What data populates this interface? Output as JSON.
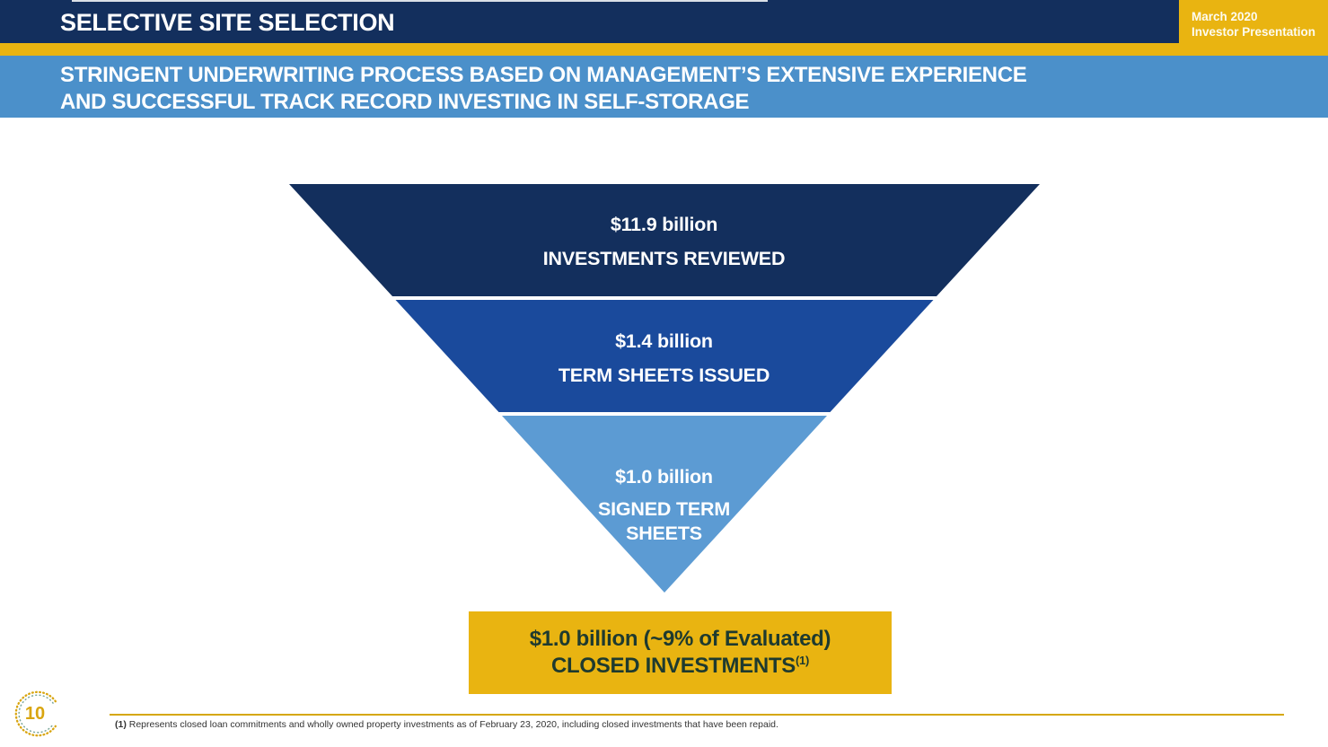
{
  "colors": {
    "navy": "#132F5D",
    "gold": "#E9B411",
    "band_blue": "#4B90CA",
    "royal_blue": "#1A4A9C",
    "light_blue": "#5C9BD3",
    "result_text": "#1E3A2F",
    "footer_rule_gold": "#D5A70A",
    "page_number_gold": "#D9A50F"
  },
  "header": {
    "title": "SELECTIVE SITE SELECTION",
    "badge": {
      "line1": "March 2020",
      "line2": "Investor Presentation"
    }
  },
  "subtitle": {
    "line1": "STRINGENT UNDERWRITING PROCESS BASED ON MANAGEMENT’S EXTENSIVE EXPERIENCE",
    "line2": "AND SUCCESSFUL TRACK RECORD INVESTING IN SELF-STORAGE"
  },
  "funnel": {
    "stages": [
      {
        "value": "$11.9 billion",
        "label": "INVESTMENTS REVIEWED"
      },
      {
        "value": "$1.4 billion",
        "label": "TERM SHEETS ISSUED"
      },
      {
        "value": "$1.0 billion",
        "label_line1": "SIGNED TERM",
        "label_line2": "SHEETS"
      }
    ]
  },
  "result_box": {
    "line1": "$1.0 billion (~9% of Evaluated)",
    "line2": "CLOSED INVESTMENTS",
    "footnote_marker": "(1)"
  },
  "footer": {
    "footnote_marker": "(1)",
    "footnote_text": " Represents closed loan commitments and wholly owned property investments as of February 23, 2020, including closed investments that have been repaid.",
    "page_number": "10"
  },
  "chart_data": {
    "type": "funnel",
    "title": "Selective Site Selection",
    "stages": [
      {
        "label": "INVESTMENTS REVIEWED",
        "value_text": "$11.9 billion",
        "value_billions": 11.9
      },
      {
        "label": "TERM SHEETS ISSUED",
        "value_text": "$1.4 billion",
        "value_billions": 1.4
      },
      {
        "label": "SIGNED TERM SHEETS",
        "value_text": "$1.0 billion",
        "value_billions": 1.0
      },
      {
        "label": "CLOSED INVESTMENTS",
        "value_text": "$1.0 billion (~9% of Evaluated)",
        "value_billions": 1.0,
        "share_of_evaluated": "~9%"
      }
    ]
  }
}
